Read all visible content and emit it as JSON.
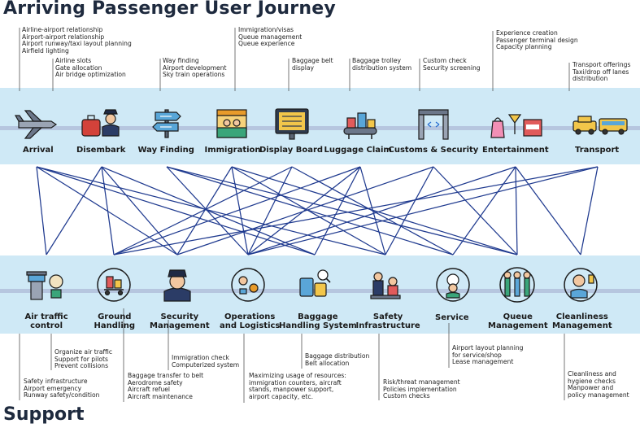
{
  "title": "Arriving Passenger User Journey",
  "support_title": "Support",
  "colors": {
    "band": "#cfe9f6",
    "line": "#1f3a8f",
    "lane": "#b6c6df",
    "title": "#1e2a3e"
  },
  "journey_stages": [
    {
      "id": "arrival",
      "label": "Arrival",
      "icon": "airplane-icon",
      "notes": [
        "Airline-airport relationship",
        "Airport-airport relationship",
        "Airport runway/taxi layout planning",
        "Airfield lighting"
      ]
    },
    {
      "id": "disembark",
      "label": "Disembark",
      "icon": "luggage-pilot-icon",
      "notes": [
        "Airline slots",
        "Gate allocation",
        "Air bridge optimization"
      ]
    },
    {
      "id": "way-finding",
      "label": "Way Finding",
      "icon": "signpost-icon",
      "notes": [
        "Way finding",
        "Airport development",
        "Sky train operations"
      ]
    },
    {
      "id": "immigration",
      "label": "Immigration",
      "icon": "immigration-booth-icon",
      "notes": [
        "Immigration/visas",
        "Queue management",
        "Queue experience"
      ]
    },
    {
      "id": "display-board",
      "label": "Display Board",
      "icon": "display-board-icon",
      "notes": [
        "Baggage belt",
        "display"
      ]
    },
    {
      "id": "luggage-claim",
      "label": "Luggage Claim",
      "icon": "baggage-belt-icon",
      "notes": [
        "Baggage trolley",
        "distribution system"
      ]
    },
    {
      "id": "customs-security",
      "label": "Customs & Security",
      "icon": "security-gate-icon",
      "notes": [
        "Custom check",
        "Security screening"
      ]
    },
    {
      "id": "entertainment",
      "label": "Entertainment",
      "icon": "shopping-cocktail-movie-icon",
      "notes": [
        "Experience creation",
        "Passenger terminal design",
        "Capacity planning"
      ]
    },
    {
      "id": "transport",
      "label": "Transport",
      "icon": "taxi-bus-icon",
      "notes": [
        "Transport offerings",
        "Taxi/drop off lanes",
        "distribution"
      ]
    }
  ],
  "support_functions": [
    {
      "id": "air-traffic-control",
      "label": [
        "Air traffic",
        "control"
      ],
      "icon": "control-tower-icon",
      "notes_near": [
        "Organize air traffic",
        "Support for pilots",
        "Prevent collisions"
      ],
      "notes_far": [
        "Safety infrastructure",
        "Airport emergency",
        "Runway safety/condition"
      ]
    },
    {
      "id": "ground-handling",
      "label": [
        "Ground",
        "Handling"
      ],
      "icon": "baggage-cart-icon",
      "notes": [
        "Baggage transfer to belt",
        "Aerodrome safety",
        "Aircraft refuel",
        "Aircraft maintenance"
      ]
    },
    {
      "id": "security-management",
      "label": [
        "Security",
        "Management"
      ],
      "icon": "security-officer-icon",
      "notes": [
        "Immigration check",
        "Computerized system"
      ]
    },
    {
      "id": "operations-logistics",
      "label": [
        "Operations",
        "and Logistics"
      ],
      "icon": "operations-gear-icon",
      "notes": [
        "Maximizing usage of resources:",
        "immigration counters, aircraft",
        "stands, manpower support,",
        "airport capacity, etc."
      ]
    },
    {
      "id": "baggage-handling",
      "label": [
        "Baggage",
        "Handling System"
      ],
      "icon": "baggage-scan-icon",
      "notes": [
        "Baggage distribution",
        "Belt allocation"
      ]
    },
    {
      "id": "safety-infrastructure",
      "label": [
        "Safety",
        "Infrastructure"
      ],
      "icon": "safety-staff-icon",
      "notes": [
        "Risk/threat management",
        "Policies implementation",
        "Custom checks"
      ]
    },
    {
      "id": "service",
      "label": [
        "Service"
      ],
      "icon": "24h-service-icon",
      "notes": [
        "Airport layout planning",
        "for service/shop",
        "Lease management"
      ]
    },
    {
      "id": "queue-management",
      "label": [
        "Queue",
        "Management"
      ],
      "icon": "queue-people-icon",
      "notes": []
    },
    {
      "id": "cleanliness-management",
      "label": [
        "Cleanliness",
        "Management"
      ],
      "icon": "cleaner-icon",
      "notes": [
        "Cleanliness and",
        "hygiene checks",
        "Manpower and",
        "policy management"
      ]
    }
  ],
  "connections": [
    [
      0,
      0
    ],
    [
      0,
      2
    ],
    [
      0,
      4
    ],
    [
      0,
      5
    ],
    [
      1,
      0
    ],
    [
      1,
      1
    ],
    [
      1,
      2
    ],
    [
      1,
      4
    ],
    [
      2,
      3
    ],
    [
      2,
      6
    ],
    [
      2,
      7
    ],
    [
      3,
      2
    ],
    [
      3,
      3
    ],
    [
      3,
      5
    ],
    [
      3,
      7
    ],
    [
      4,
      1
    ],
    [
      4,
      3
    ],
    [
      4,
      6
    ],
    [
      5,
      1
    ],
    [
      5,
      3
    ],
    [
      5,
      4
    ],
    [
      5,
      5
    ],
    [
      6,
      2
    ],
    [
      6,
      5
    ],
    [
      6,
      7
    ],
    [
      7,
      3
    ],
    [
      7,
      6
    ],
    [
      7,
      7
    ],
    [
      7,
      8
    ],
    [
      8,
      1
    ],
    [
      8,
      3
    ],
    [
      8,
      8
    ]
  ]
}
